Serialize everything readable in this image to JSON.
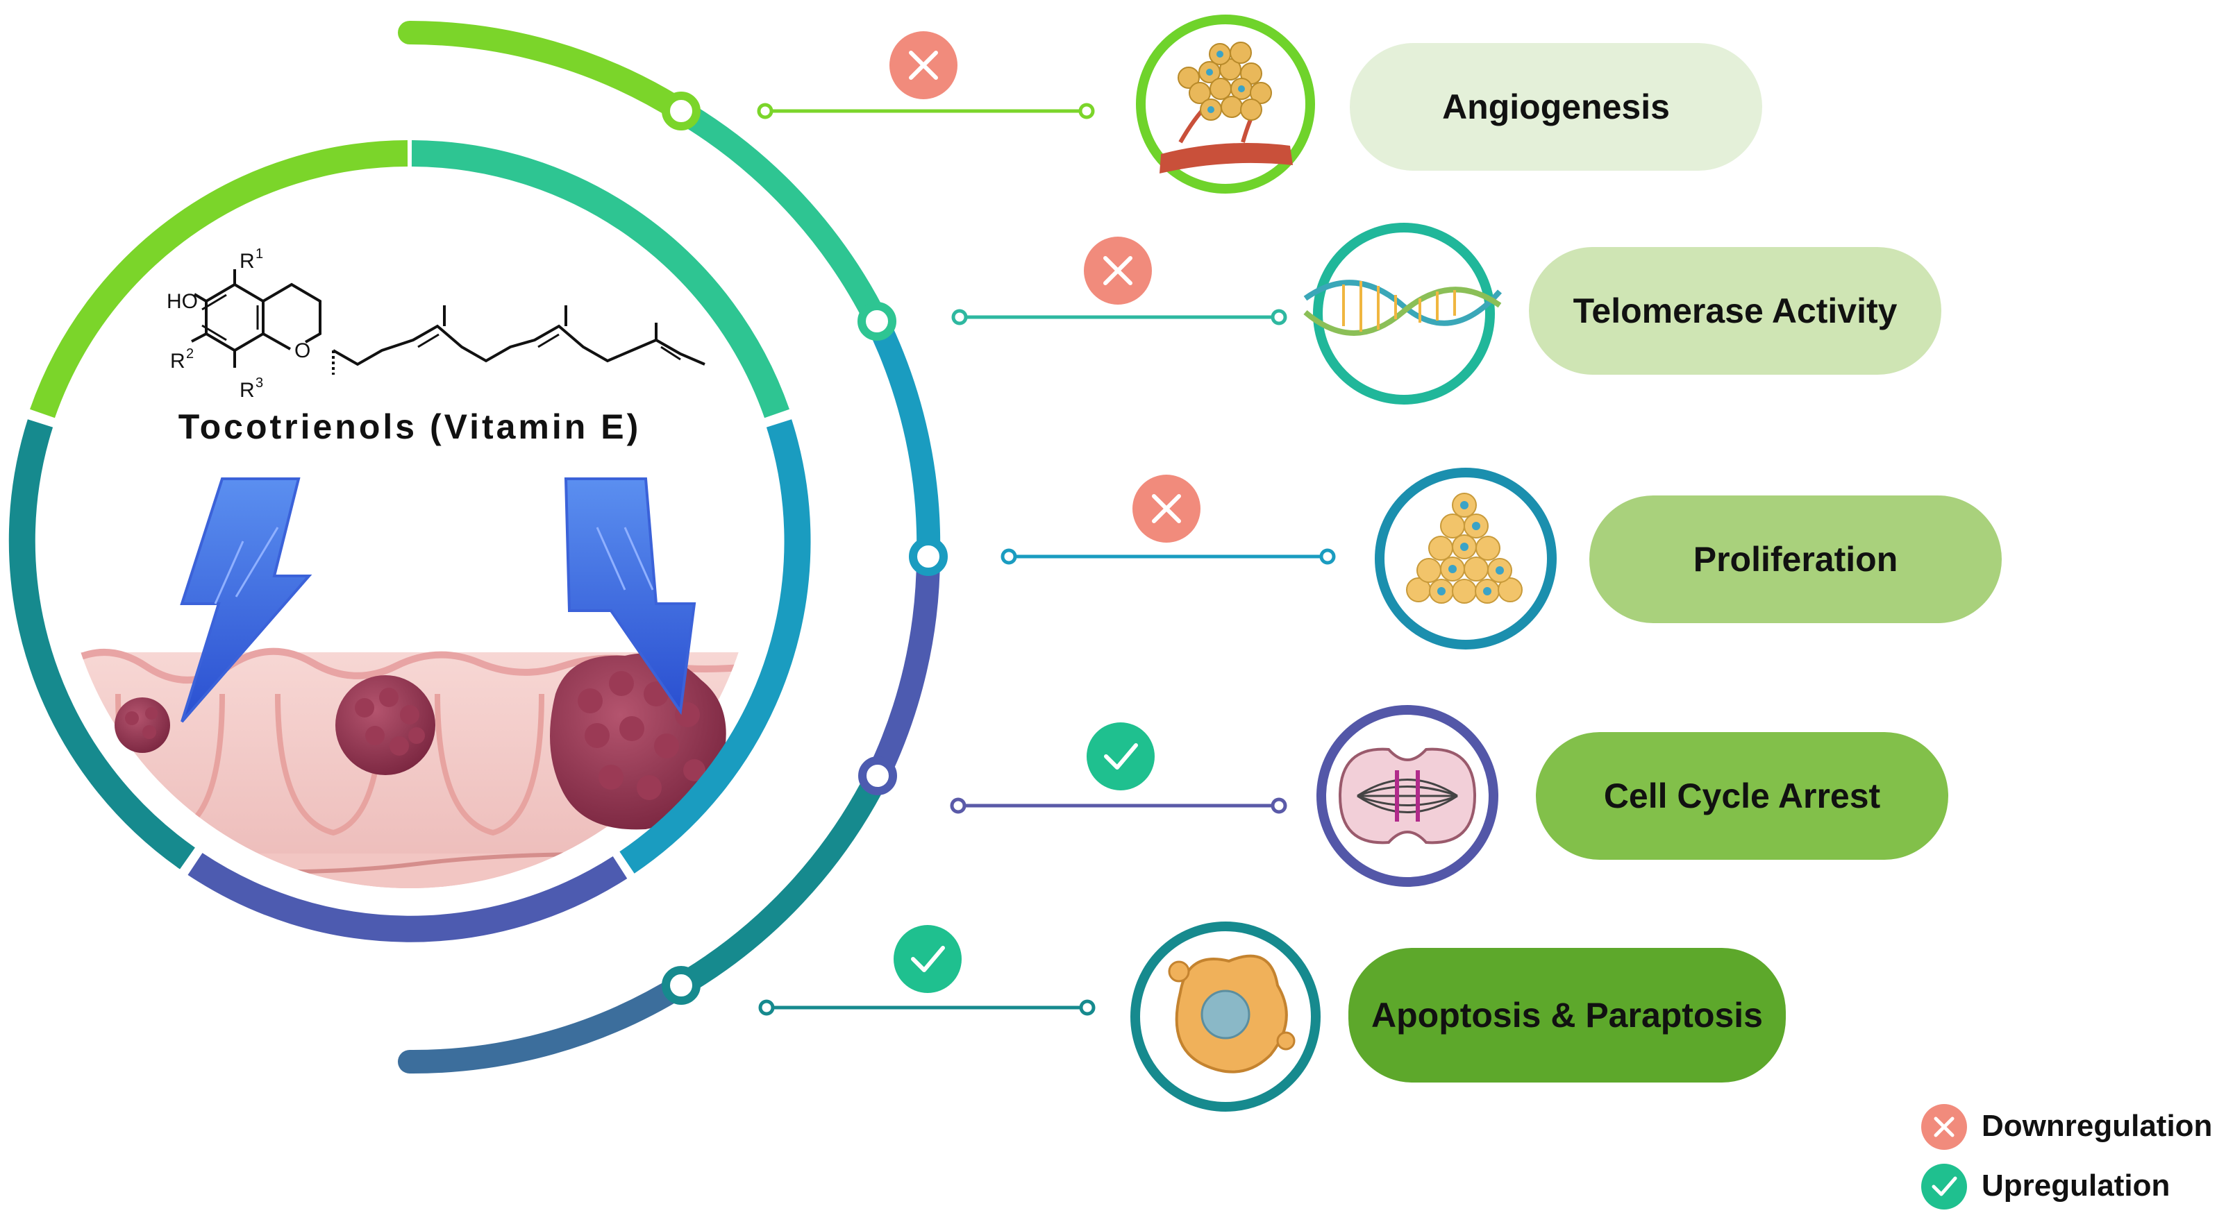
{
  "compound": {
    "name": "Tocotrienols (Vitamin E)",
    "labels": {
      "ho": "HO",
      "o": "O",
      "r1": "R",
      "r1_sup": "1",
      "r2": "R",
      "r2_sup": "2",
      "r3": "R",
      "r3_sup": "3"
    }
  },
  "effects": [
    {
      "label": "Angiogenesis",
      "regulation": "down",
      "icon": "blood-vessel-tumor-icon",
      "fill": "#e4f0d9",
      "ring": "#6fd32b"
    },
    {
      "label": "Telomerase Activity",
      "regulation": "down",
      "icon": "dna-strand-icon",
      "fill": "#cfe5b4",
      "ring": "#20b79a"
    },
    {
      "label": "Proliferation",
      "regulation": "down",
      "icon": "cell-cluster-icon",
      "fill": "#a9d17c",
      "ring": "#1b8fae"
    },
    {
      "label": "Cell Cycle Arrest",
      "regulation": "up",
      "icon": "mitosis-spindle-icon",
      "fill": "#82c04a",
      "ring": "#5357a8"
    },
    {
      "label": "Apoptosis & Paraptosis",
      "regulation": "up",
      "icon": "apoptotic-cell-icon",
      "fill": "#5da82b",
      "ring": "#168a8e"
    }
  ],
  "legend": {
    "down": {
      "label": "Downregulation",
      "color": "#f18b7c"
    },
    "up": {
      "label": "Upregulation",
      "color": "#1fc08f"
    }
  }
}
